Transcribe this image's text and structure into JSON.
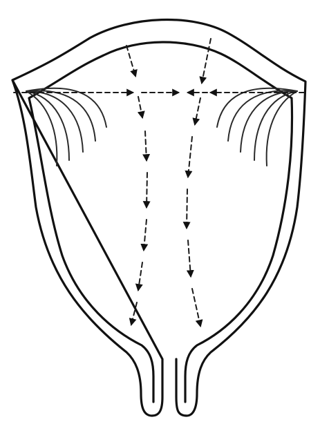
{
  "diagram": {
    "subject": "uterus-outline",
    "elements": [
      "outer-wall",
      "inner-wall",
      "left-cornual-contraction-rings",
      "right-cornual-contraction-rings",
      "horizontal-arrows-from-cornua",
      "descending-arrows-to-cervix"
    ],
    "colors": {
      "line": "#111111",
      "background": "#ffffff"
    }
  }
}
